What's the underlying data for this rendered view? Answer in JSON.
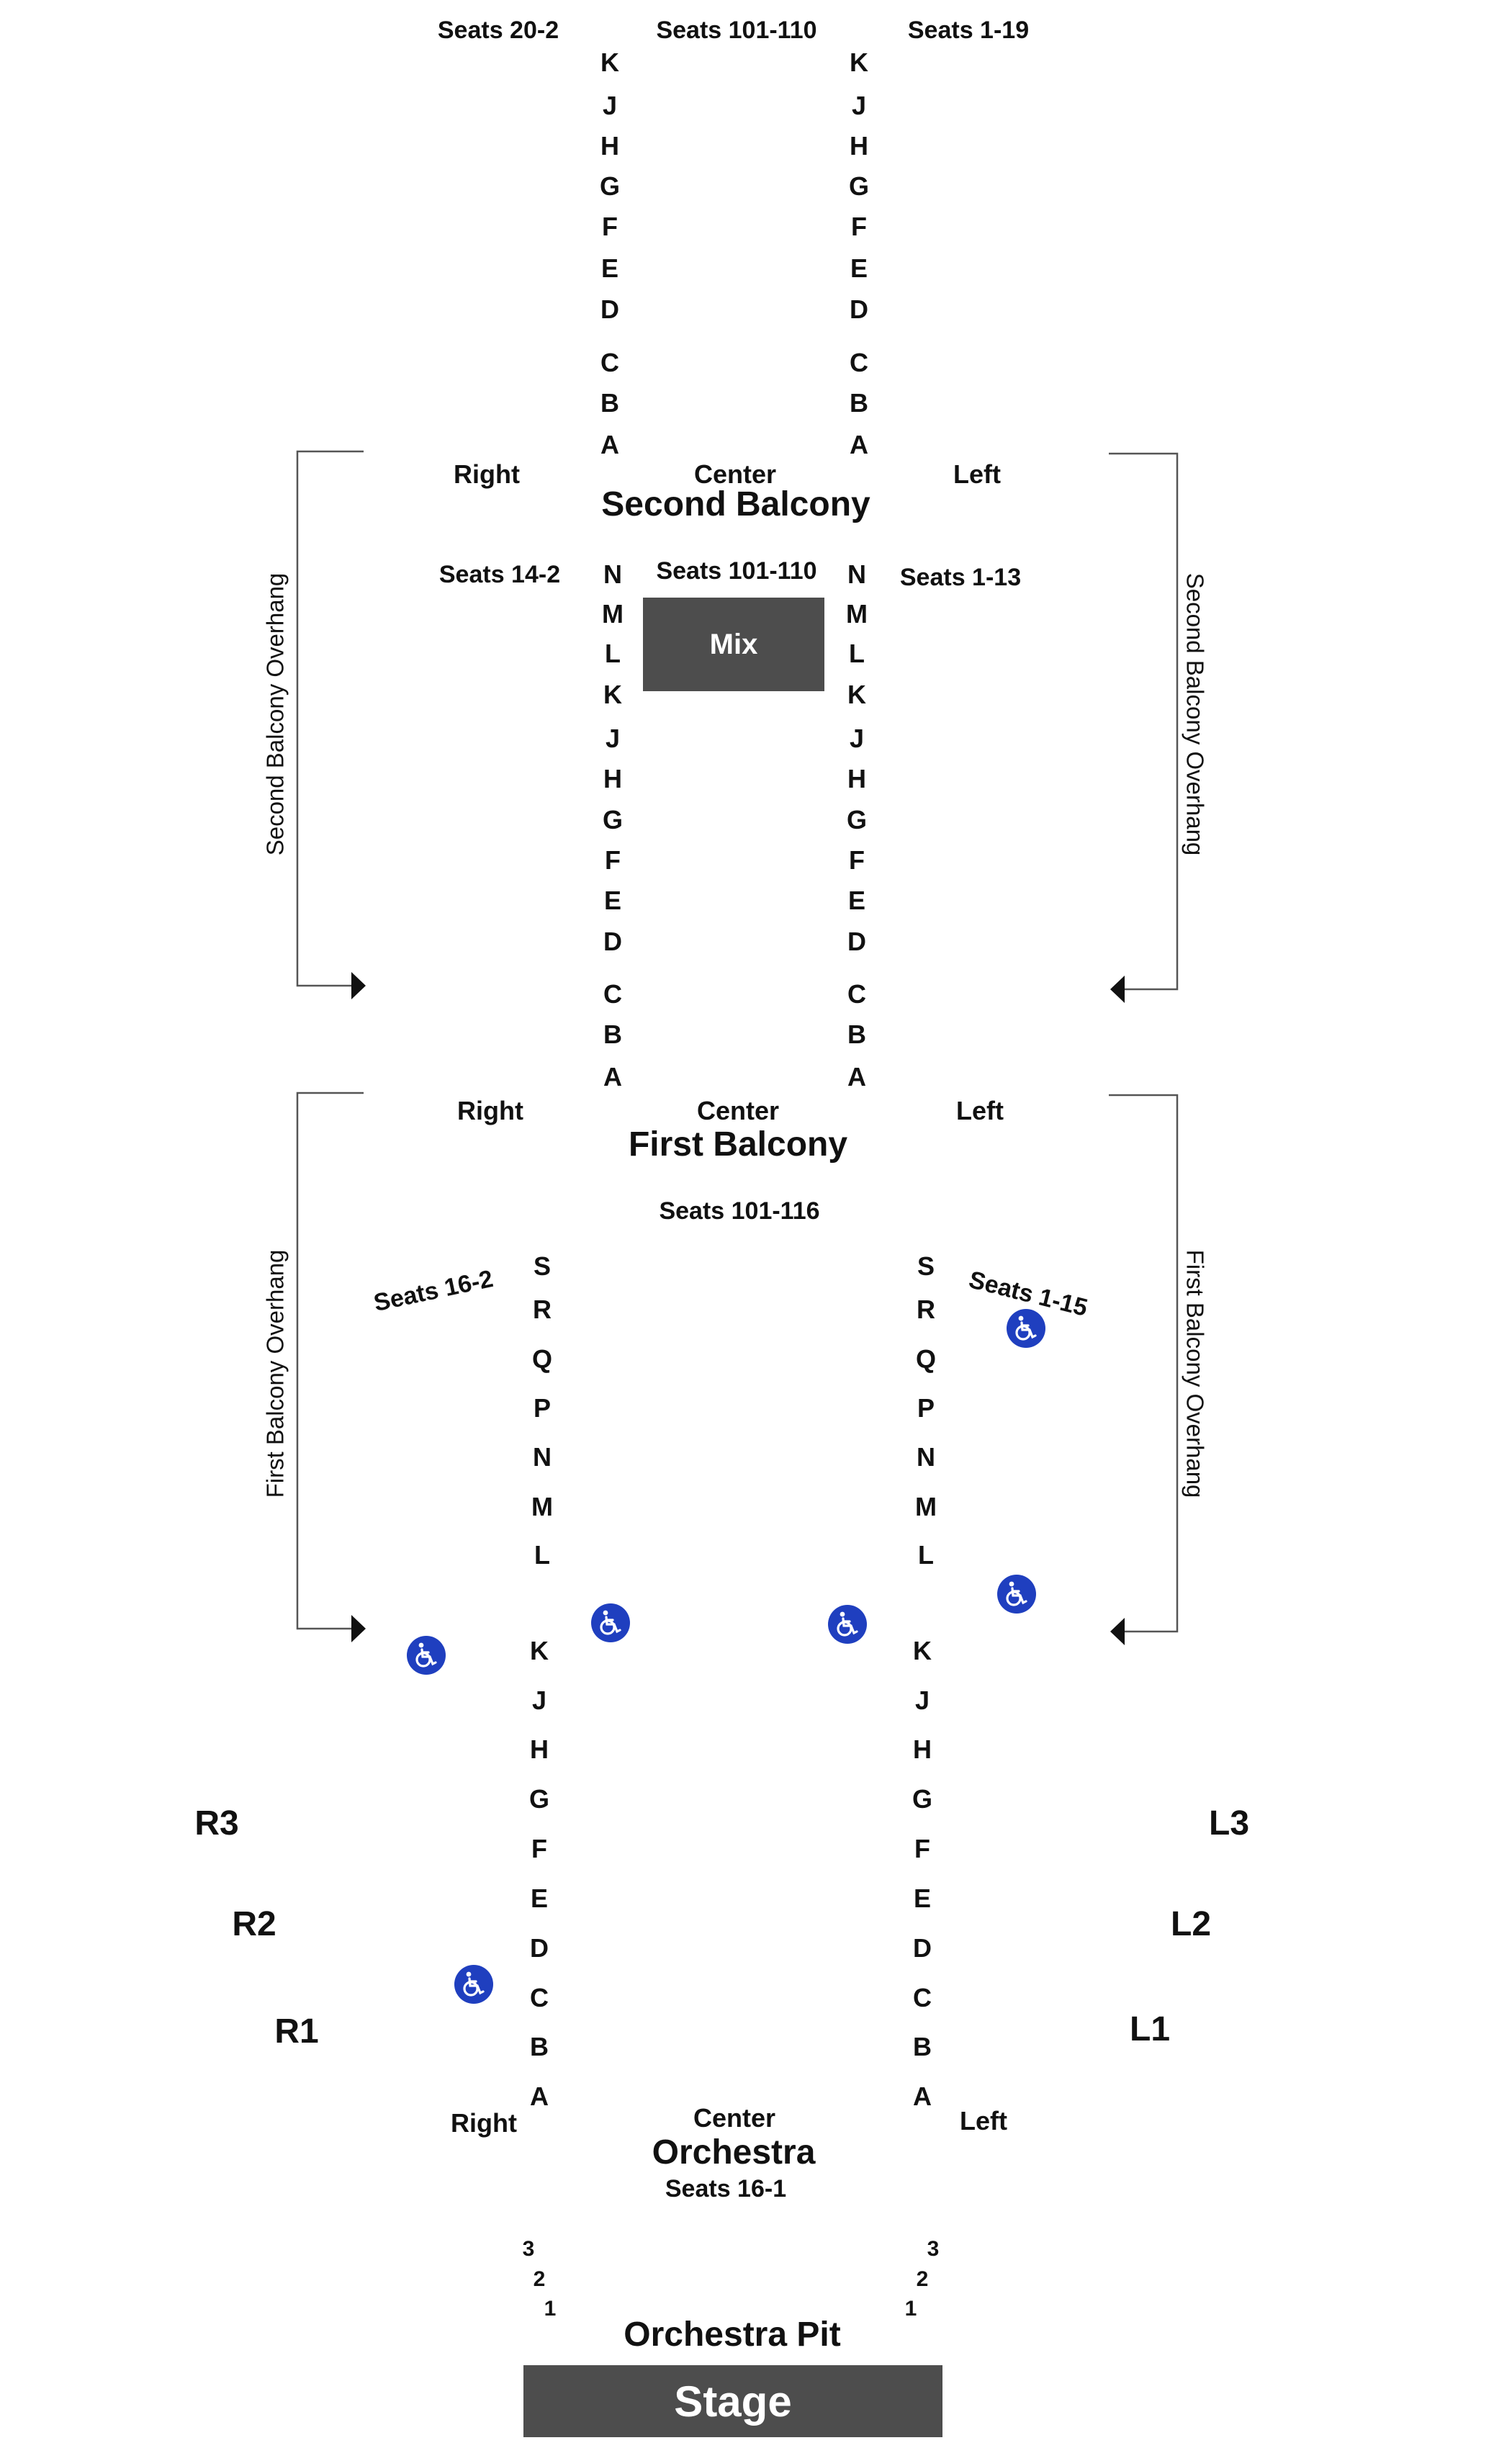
{
  "second_balcony": {
    "title": "Second Balcony",
    "upper": {
      "seats_right": "Seats 20-2",
      "seats_center": "Seats 101-110",
      "seats_left": "Seats 1-19",
      "rows": [
        "K",
        "J",
        "H",
        "G",
        "F",
        "E",
        "D",
        "C",
        "B",
        "A"
      ]
    },
    "section_right": "Right",
    "section_center": "Center",
    "section_left": "Left",
    "lower": {
      "seats_right": "Seats 14-2",
      "seats_center": "Seats 101-110",
      "seats_left": "Seats 1-13",
      "mix_label": "Mix",
      "rows": [
        "N",
        "M",
        "L",
        "K",
        "J",
        "H",
        "G",
        "F",
        "E",
        "D",
        "C",
        "B",
        "A"
      ]
    },
    "overhang_label": "Second Balcony Overhang"
  },
  "first_balcony": {
    "title": "First Balcony",
    "section_right": "Right",
    "section_center": "Center",
    "section_left": "Left",
    "seats_center": "Seats 101-116",
    "seats_right": "Seats 16-2",
    "seats_left": "Seats 1-15",
    "overhang_label": "First Balcony Overhang"
  },
  "orchestra": {
    "title": "Orchestra",
    "section_right": "Right",
    "section_center": "Center",
    "section_left": "Left",
    "seats": "Seats 16-1",
    "rows_upper": [
      "S",
      "R",
      "Q",
      "P",
      "N",
      "M",
      "L"
    ],
    "rows_lower": [
      "K",
      "J",
      "H",
      "G",
      "F",
      "E",
      "D",
      "C",
      "B",
      "A"
    ],
    "boxes_right": [
      "R3",
      "R2",
      "R1"
    ],
    "boxes_left": [
      "L3",
      "L2",
      "L1"
    ],
    "pit_rows": [
      "3",
      "2",
      "1"
    ]
  },
  "orchestra_pit": "Orchestra Pit",
  "stage": "Stage",
  "colors": {
    "block": "#4d4d4d",
    "accessible": "#1f3fbf",
    "line": "#555555"
  },
  "icons": [
    "wheelchair-icon"
  ]
}
